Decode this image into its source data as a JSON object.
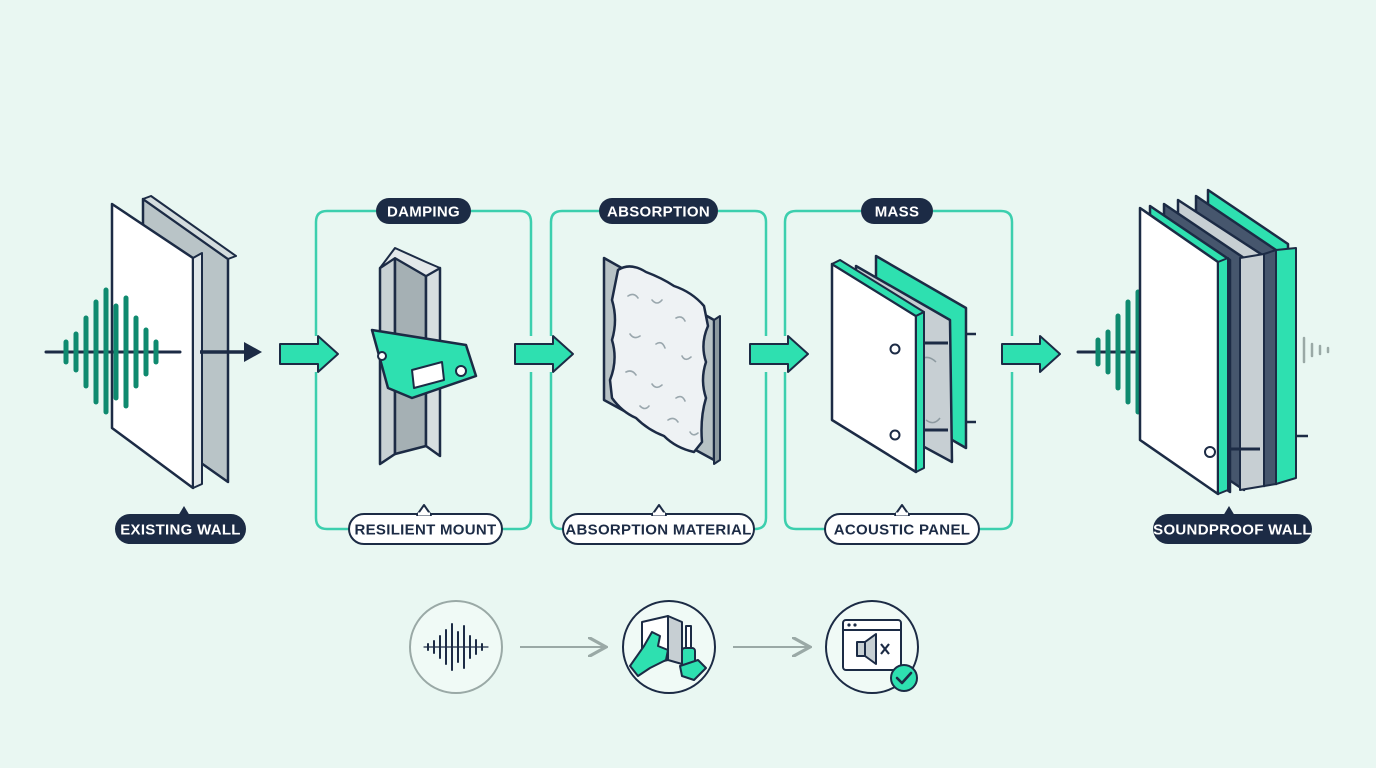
{
  "stages": [
    {
      "label": "EXISTING WALL"
    },
    {
      "tag": "DAMPING",
      "label": "RESILIENT MOUNT"
    },
    {
      "tag": "ABSORPTION",
      "label": "ABSORPTION MATERIAL"
    },
    {
      "tag": "MASS",
      "label": "ACOUSTIC PANEL"
    },
    {
      "label": "SOUNDPROOF WALL"
    }
  ],
  "bottom_flow": [
    {
      "icon": "sound-wave-icon"
    },
    {
      "icon": "installation-tools-icon"
    },
    {
      "icon": "muted-speaker-check-icon"
    }
  ],
  "colors": {
    "background": "#e9f7f2",
    "accent": "#2ee0b0",
    "outline": "#1c2b45",
    "wave": "#0f8a6f",
    "panel_frame": "#3ccfae"
  }
}
